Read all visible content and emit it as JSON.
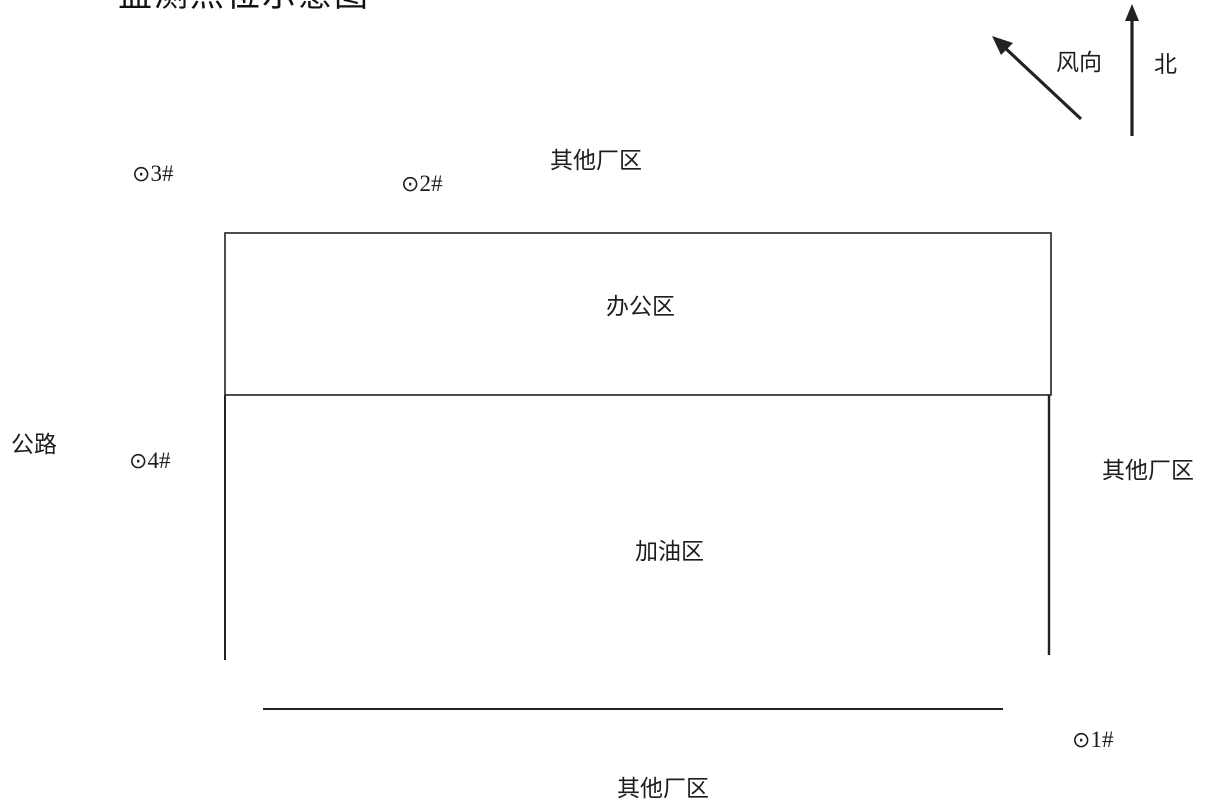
{
  "title": "监测点位示意图",
  "compass": {
    "wind_label": "风向",
    "north_label": "北"
  },
  "zones": {
    "office": "办公区",
    "fueling": "加油区",
    "road": "公路",
    "other_north": "其他厂区",
    "other_east": "其他厂区",
    "other_south": "其他厂区"
  },
  "points": {
    "p1": "1#",
    "p2": "2#",
    "p3": "3#",
    "p4": "4#",
    "marker": "⊙"
  }
}
